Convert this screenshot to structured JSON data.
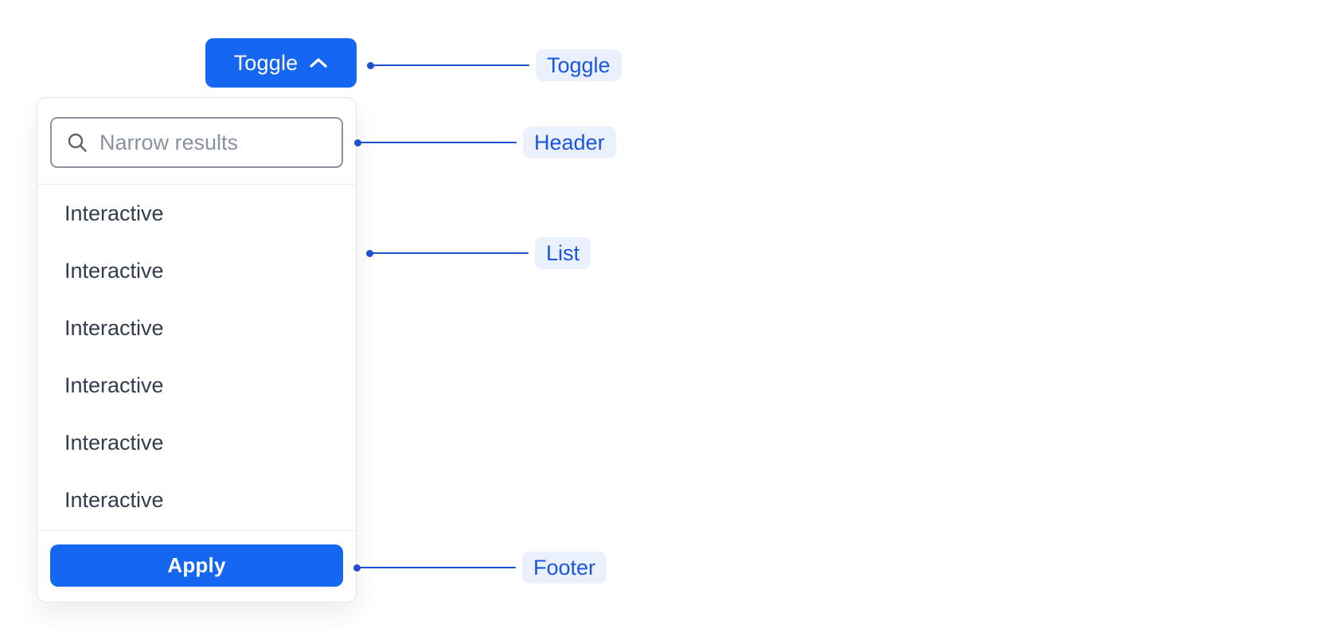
{
  "toggle_button": {
    "label": "Toggle",
    "icon": "chevron-up-icon"
  },
  "dropdown": {
    "search_placeholder": "Narrow results",
    "search_icon": "search-icon",
    "items": [
      "Interactive",
      "Interactive",
      "Interactive",
      "Interactive",
      "Interactive",
      "Interactive"
    ],
    "apply_label": "Apply"
  },
  "annotations": {
    "toggle": "Toggle",
    "header": "Header",
    "list": "List",
    "footer": "Footer"
  },
  "colors": {
    "primary_blue": "#1567F2",
    "annotation_blue": "#1D50CE",
    "annotation_label_bg": "#EBF1FC",
    "annotation_label_text": "#1A56DB",
    "panel_border": "#E4E5E9",
    "input_border": "#8B93A2",
    "placeholder_text": "#8A919F",
    "list_text": "#333D4E",
    "divider": "#E9EAEC"
  }
}
